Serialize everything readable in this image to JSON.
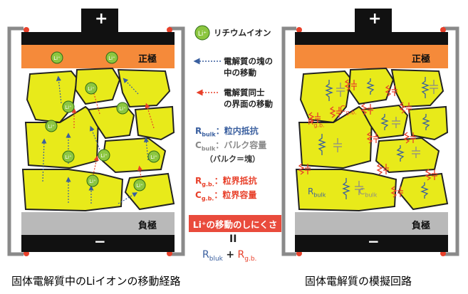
{
  "left_diagram": {
    "positive_terminal": "+",
    "negative_terminal": "−",
    "positive_electrode": "正極",
    "negative_electrode": "負極",
    "ion_label": "Li⁺",
    "caption": "固体電解質中のLiイオンの移動経路"
  },
  "right_diagram": {
    "positive_terminal": "+",
    "negative_terminal": "−",
    "positive_electrode": "正極",
    "negative_electrode": "負極",
    "r_gb_label": "R",
    "r_gb_sub": "g.b.",
    "c_gb_label": "C",
    "c_gb_sub": "g.b.",
    "r_bulk_label": "R",
    "r_bulk_sub": "bulk",
    "c_bulk_label": "C",
    "c_bulk_sub": "bulk",
    "caption": "固体電解質の模擬回路"
  },
  "legend": {
    "ion_badge": "Li⁺",
    "ion_text": "リチウムイオン",
    "bulk_move_line1": "電解質の塊の",
    "bulk_move_line2": "中の移動",
    "interface_move_line1": "電解質同士",
    "interface_move_line2": "の界面の移動",
    "r_bulk_symbol": "R",
    "r_bulk_sub": "bulk",
    "r_bulk_text": "：粒内抵抗",
    "c_bulk_symbol": "C",
    "c_bulk_sub": "bulk",
    "c_bulk_text": "：バルク容量",
    "bulk_note": "（バルク＝塊）",
    "r_gb_symbol": "R",
    "r_gb_sub": "g.b.",
    "r_gb_text": "：粒界抵抗",
    "c_gb_symbol": "C",
    "c_gb_sub": "g.b.",
    "c_gb_text": "：粒界容量",
    "difficulty_box": "Li⁺の移動のしにくさ",
    "equals": "II",
    "sum_r": "R",
    "sum_r_sub": "bluk",
    "plus": "+",
    "sum_r2": "R",
    "sum_r2_sub": "g.b."
  },
  "colors": {
    "positive_electrode": "#f58a3a",
    "negative_electrode": "#b9b9b9",
    "grain": "#e8ea1a",
    "ion": "#8cc63f",
    "blue_text": "#3a5f9f",
    "gray_text": "#8a8a8a",
    "red_text": "#e8402a",
    "box_red": "#e94b3c"
  }
}
